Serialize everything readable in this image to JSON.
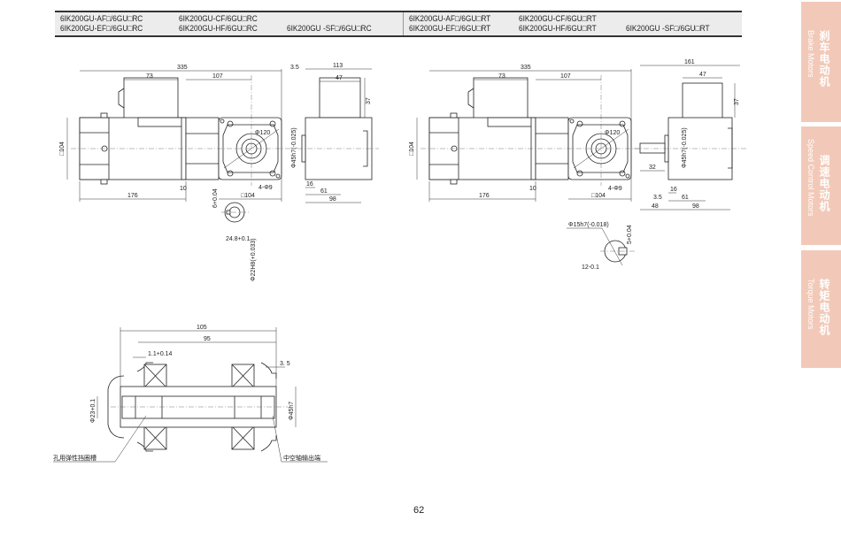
{
  "header": {
    "rc": {
      "row1": [
        "6IK200GU-AF□/6GU□RC",
        "6IK200GU-CF/6GU□RC",
        ""
      ],
      "row2": [
        "6IK200GU-EF□/6GU□RC",
        "6IK200GU-HF/6GU□RC",
        "6IK200GU -SF□/6GU□RC"
      ]
    },
    "rt": {
      "row1": [
        "6IK200GU-AF□/6GU□RT",
        "6IK200GU-CF/6GU□RT",
        ""
      ],
      "row2": [
        "6IK200GU-EF□/6GU□RT",
        "6IK200GU-HF/6GU□RT",
        "6IK200GU -SF□/6GU□RT"
      ]
    }
  },
  "rc_drawing": {
    "overall": "335",
    "terminal": "73",
    "gearhead": "107",
    "body_sq": "□104",
    "motor_len": "176",
    "flange_t": "10",
    "flange_sq": "□104",
    "pcd": "Φ120",
    "holes": "4-Φ9",
    "side_left": "3.5",
    "side_w": "113",
    "box_w": "47",
    "box_h": "37",
    "boss": "Φ45h7(-0.025)",
    "s16": "16",
    "s61": "61",
    "s98": "98",
    "key_w": "6+0.04",
    "key_depth": "24.8+0.1",
    "bore": "Φ22H8(+0.033)"
  },
  "rt_drawing": {
    "overall": "335",
    "terminal": "73",
    "gearhead": "107",
    "body_sq": "□104",
    "motor_len": "176",
    "flange_t": "10",
    "flange_sq": "□104",
    "pcd": "Φ120",
    "holes": "4-Φ9",
    "side_w": "161",
    "box_w": "47",
    "box_h": "37",
    "boss": "Φ45h7(-0.025)",
    "shaft_len": "32",
    "s16": "16",
    "s3_5": "3.5",
    "s61": "61",
    "s48": "48",
    "s98": "98",
    "shaft_dia": "Φ15h7(-0.018)",
    "key_w": "5+0.04",
    "key_h": "12-0.1"
  },
  "hollow_shaft": {
    "len105": "105",
    "len95": "95",
    "groove": "1.1+0.14",
    "step": "3. 5",
    "bore": "Φ23+0.1",
    "outer": "Φ45h7",
    "label_groove": "孔用弹性挡圈槽",
    "label_output": "中空轴输出端"
  },
  "tabs": [
    {
      "cn": "刹车电动机",
      "en": "Brake Motors"
    },
    {
      "cn": "调速电动机",
      "en": "Speed Control Motors"
    },
    {
      "cn": "转矩电动机",
      "en": "Torque Motors"
    }
  ],
  "tab_color": "#f2c9b8",
  "page_number": "62"
}
